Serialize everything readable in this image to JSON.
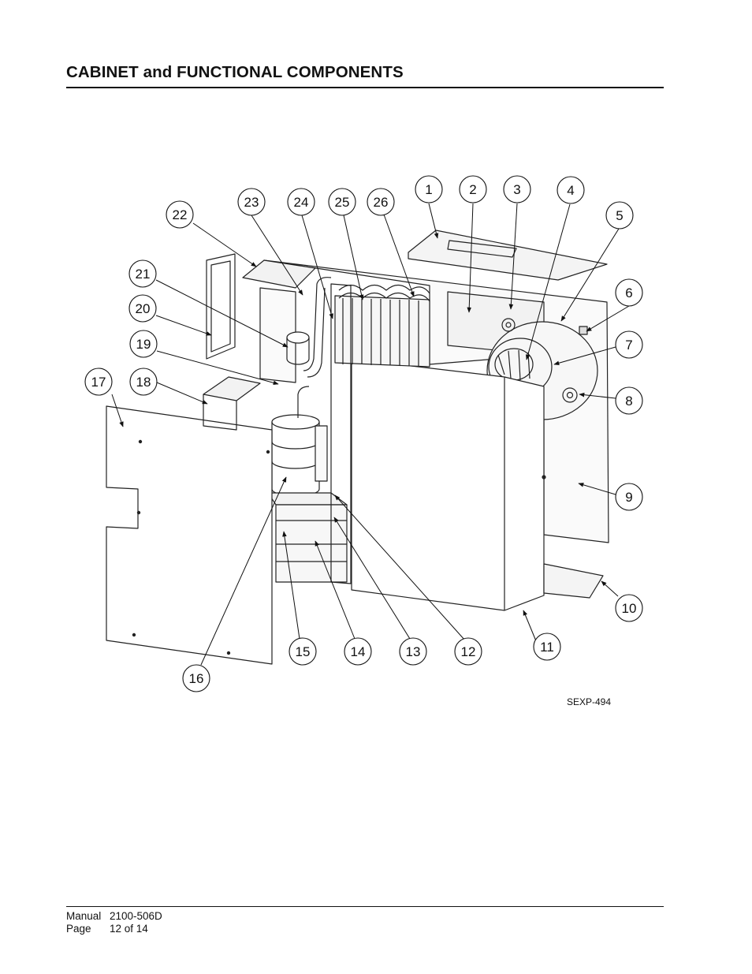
{
  "header": {
    "title": "CABINET and FUNCTIONAL COMPONENTS"
  },
  "figure": {
    "code": "SEXP-494",
    "callouts": [
      "1",
      "2",
      "3",
      "4",
      "5",
      "6",
      "7",
      "8",
      "9",
      "10",
      "11",
      "12",
      "13",
      "14",
      "15",
      "16",
      "17",
      "18",
      "19",
      "20",
      "21",
      "22",
      "23",
      "24",
      "25",
      "26"
    ]
  },
  "footer": {
    "manual_label": "Manual",
    "manual_value": "2100-506D",
    "page_label": "Page",
    "page_value": "12 of 14"
  }
}
